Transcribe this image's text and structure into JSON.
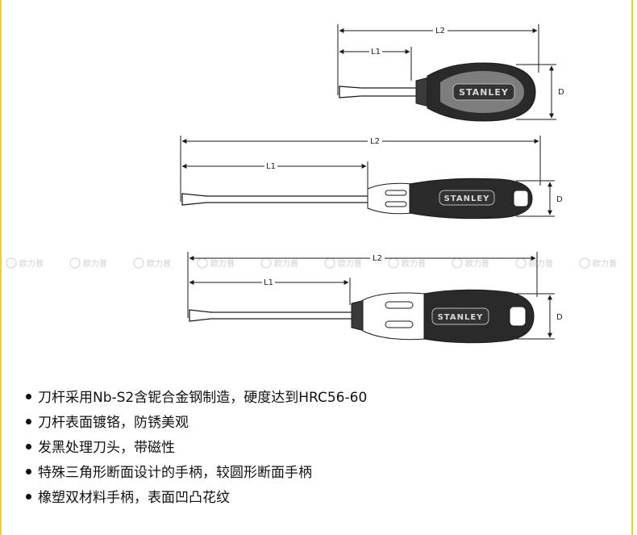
{
  "colors": {
    "frame": "#f3d21e",
    "line": "#1a1a1a",
    "handle_dark": "#2a2a2a",
    "handle_mid": "#7d7d7d",
    "watermark": "#cfcfcf"
  },
  "labels": {
    "overall_length": "L2",
    "blade_length": "L1",
    "diameter": "D",
    "brand": "STANLEY"
  },
  "watermark": {
    "text": "欧力普",
    "icon": "check-circle-icon"
  },
  "features": [
    "刀杆采用Nb-S2含铌合金钢制造，硬度达到HRC56-60",
    "刀杆表面镀铬，防锈美观",
    "发黑处理刀头，带磁性",
    "特殊三角形断面设计的手柄，较圆形断面手柄",
    "橡塑双材料手柄，表面凹凸花纹"
  ]
}
